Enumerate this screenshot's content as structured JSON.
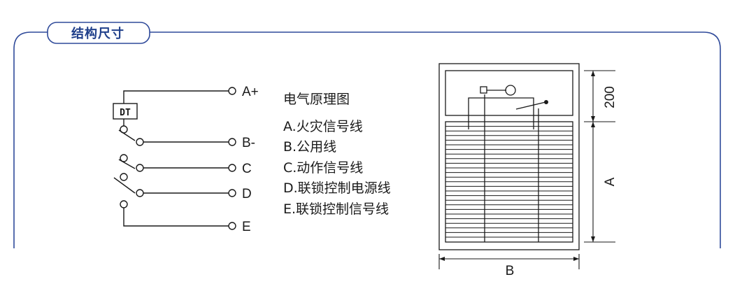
{
  "section": {
    "title": "结构尺寸"
  },
  "circuit": {
    "relay_label": "DT",
    "terminals": [
      "A+",
      "B-",
      "C",
      "D",
      "E"
    ]
  },
  "legend": {
    "title": "电气原理图",
    "items": [
      "A.火灾信号线",
      "B.公用线",
      "C.动作信号线",
      "D.联锁控制电源线",
      "E.联锁控制信号线"
    ]
  },
  "dimensions": {
    "top_height": "200",
    "body_height": "A",
    "width": "B"
  },
  "colors": {
    "frame_blue": "#2f4a9a",
    "line": "#1a1a1a"
  }
}
